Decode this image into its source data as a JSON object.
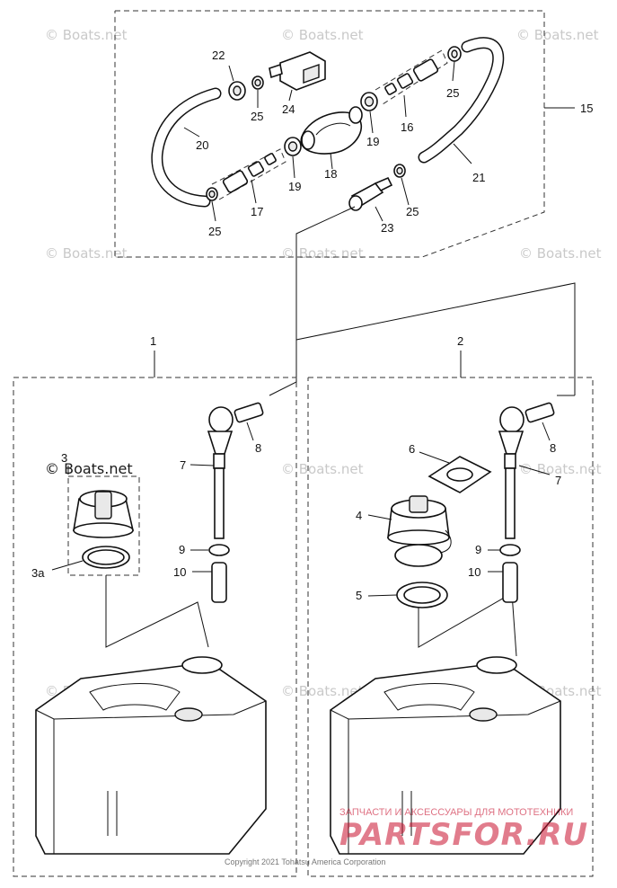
{
  "watermark": "© Boats.net",
  "copyright": "Copyright 2021 Tohatsu America Corporation",
  "brand": {
    "top_line": "ЗАПЧАСТИ И АКСЕССУАРЫ ДЛЯ МОТОТЕХНИКИ",
    "logo": "PARTSFOR.RU"
  },
  "callouts": {
    "p1": "1",
    "p2": "2",
    "p3": "3",
    "p3a": "3a",
    "p4": "4",
    "p5": "5",
    "p6": "6",
    "p7a": "7",
    "p7b": "7",
    "p8a": "8",
    "p8b": "8",
    "p9a": "9",
    "p9b": "9",
    "p10a": "10",
    "p10b": "10",
    "p15": "15",
    "p16": "16",
    "p17": "17",
    "p18": "18",
    "p19a": "19",
    "p19b": "19",
    "p20": "20",
    "p21": "21",
    "p22": "22",
    "p23": "23",
    "p24": "24",
    "p25a": "25",
    "p25b": "25",
    "p25c": "25",
    "p25d": "25"
  }
}
